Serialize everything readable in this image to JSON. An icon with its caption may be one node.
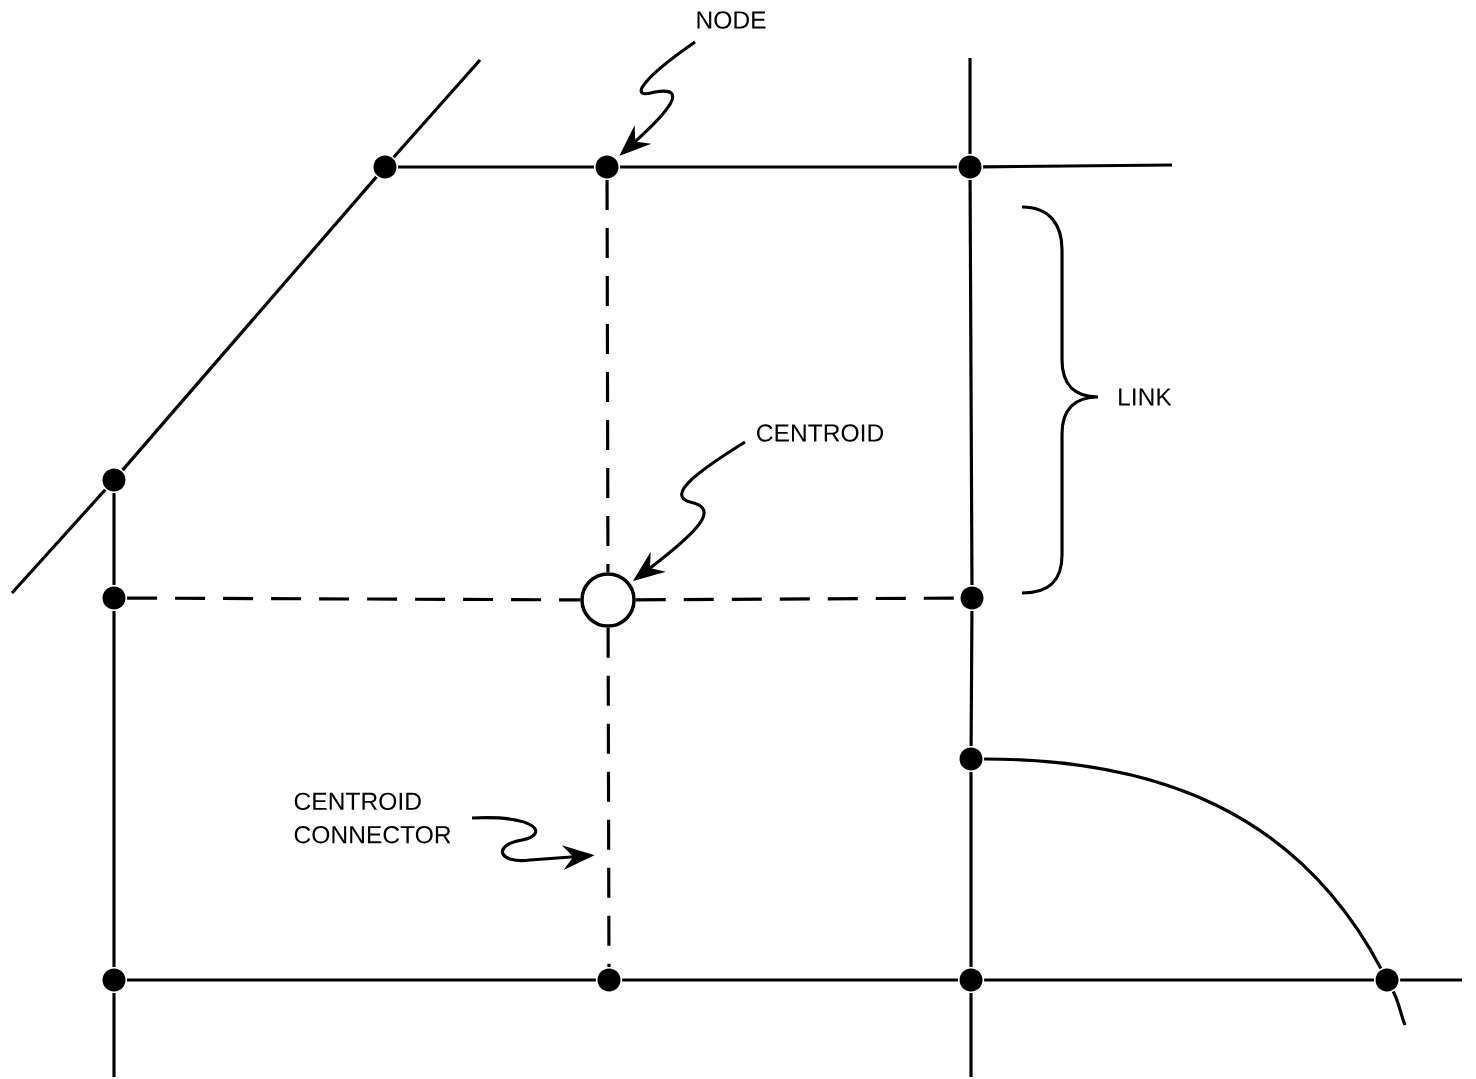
{
  "diagram": {
    "nodes": [
      {
        "text": [
          "NODE"
        ]
      },
      {
        "text": [],
        "shape": "dot"
      },
      {
        "text": [],
        "shape": "dot"
      },
      {
        "text": [],
        "shape": "dot"
      },
      {
        "text": [
          "CENTROID"
        ]
      },
      {
        "text": [],
        "shape": "dot"
      },
      {
        "text": [],
        "shape": "dot"
      },
      {
        "text": [],
        "shape": "circle"
      },
      {
        "text": [],
        "shape": "dot"
      },
      {
        "text": [
          "CENTROID CONNECTOR"
        ]
      },
      {
        "text": [],
        "shape": "dot"
      },
      {
        "text": [],
        "shape": "dot"
      },
      {
        "text": [],
        "shape": "dot"
      },
      {
        "text": [],
        "shape": "dot"
      },
      {
        "text": [],
        "shape": "dot"
      }
    ],
    "edges": [
      {
        "from": 0,
        "to": 2,
        "arrow": "to"
      },
      {
        "from": 4,
        "to": 7,
        "arrow": "to"
      },
      {
        "from": 9,
        "to": null,
        "arrow": "to"
      },
      {
        "from": 1,
        "to": 2,
        "arrow": "none"
      },
      {
        "from": 2,
        "to": 3,
        "arrow": "none"
      },
      {
        "from": 3,
        "to": null,
        "arrow": "none"
      },
      {
        "from": null,
        "to": 5,
        "arrow": "none"
      },
      {
        "from": 5,
        "to": 1,
        "arrow": "none"
      },
      {
        "from": 1,
        "to": null,
        "arrow": "none"
      },
      {
        "from": null,
        "to": 3,
        "arrow": "none"
      },
      {
        "from": 3,
        "to": 8,
        "arrow": "none"
      },
      {
        "from": 8,
        "to": 10,
        "arrow": "none"
      },
      {
        "from": 10,
        "to": 13,
        "arrow": "none"
      },
      {
        "from": 13,
        "to": null,
        "arrow": "none"
      },
      {
        "from": 5,
        "to": 6,
        "arrow": "none"
      },
      {
        "from": 6,
        "to": 11,
        "arrow": "none"
      },
      {
        "from": 11,
        "to": null,
        "arrow": "none"
      },
      {
        "from": 11,
        "to": 12,
        "arrow": "none"
      },
      {
        "from": 12,
        "to": 13,
        "arrow": "none"
      },
      {
        "from": 13,
        "to": 14,
        "arrow": "none"
      },
      {
        "from": 14,
        "to": null,
        "arrow": "none"
      },
      {
        "from": 10,
        "to": 14,
        "arrow": "none"
      },
      {
        "from": 14,
        "to": null,
        "arrow": "none"
      },
      {
        "from": 6,
        "to": 7,
        "arrow": "none",
        "style": "dashed"
      },
      {
        "from": 7,
        "to": 8,
        "arrow": "none",
        "style": "dashed"
      },
      {
        "from": 2,
        "to": 7,
        "arrow": "none",
        "style": "dashed"
      },
      {
        "from": 7,
        "to": 12,
        "arrow": "none",
        "style": "dashed"
      }
    ],
    "labels": [
      "LINK"
    ]
  }
}
